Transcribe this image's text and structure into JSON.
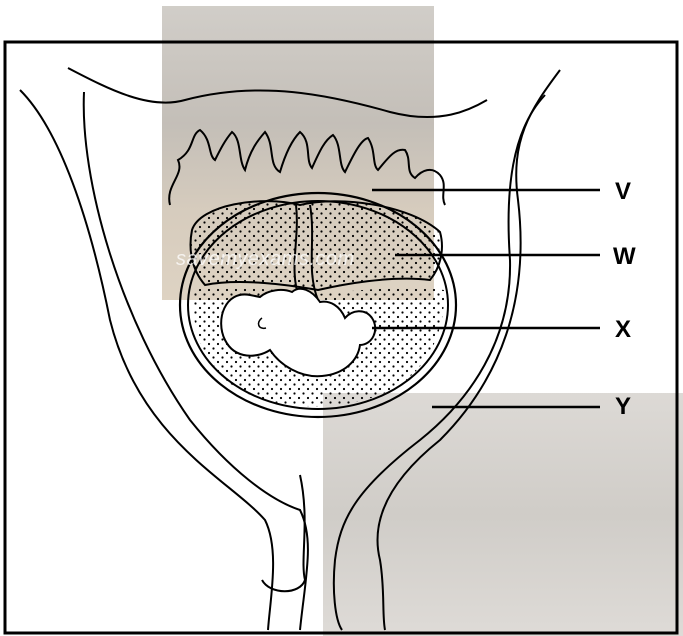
{
  "labels": {
    "v": "V",
    "w": "W",
    "x": "X",
    "y": "Y"
  },
  "watermark": "savemyexams.com",
  "colors": {
    "line": "#000000",
    "dots": "#000000",
    "background": "#ffffff"
  }
}
